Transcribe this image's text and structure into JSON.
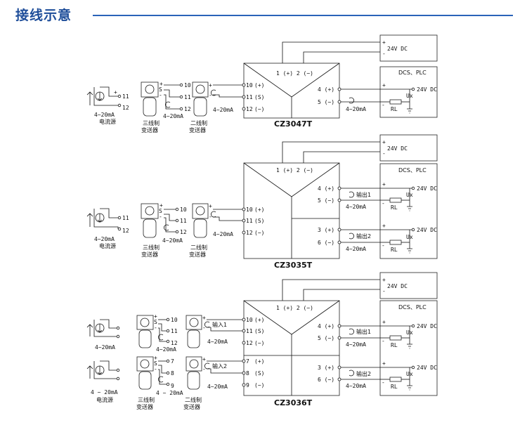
{
  "page_title": "接线示意",
  "labels": {
    "power_supply": "24V DC",
    "plc": "DCS、PLC",
    "pwr_terms": "1 (+) 2 (−)",
    "plus": "+",
    "minus": "−",
    "minus_dash": "-",
    "s": "S",
    "range": "4~20mA",
    "range_sp": "4 ~ 20mA",
    "current_source": "电流源",
    "three_wire": "三线制",
    "two_wire": "二线制",
    "transmitter": "变送器",
    "ux": "Ux",
    "rl": "RL",
    "supply_v": "24V DC",
    "out1": "输出1",
    "out2": "输出2",
    "in1": "输入1",
    "in2": "输入2",
    "in_p": "(+)",
    "in_s": "(S)",
    "in_m": "(−)",
    "t10": "10",
    "t11": "11",
    "t12": "12",
    "t7": "7",
    "t8": "8",
    "t9": "9",
    "t1p": "1",
    "t2m": "2",
    "out4": "4 (+)",
    "out5": "5 (−)",
    "out3": "3 (+)",
    "out6": "6 (−)"
  },
  "models": [
    "CZ3047T",
    "CZ3035T",
    "CZ3036T"
  ]
}
